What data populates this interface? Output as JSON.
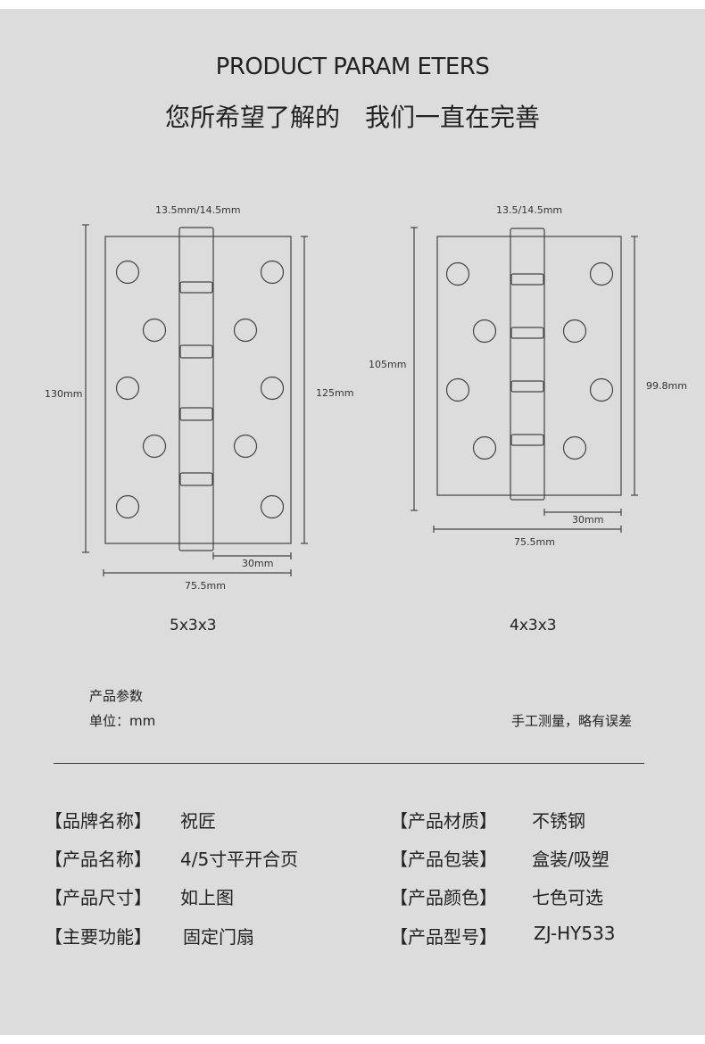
{
  "header": {
    "title_en": "PRODUCT PARAM ETERS",
    "title_cn": "您所希望了解的　我们一直在完善"
  },
  "hinge_left": {
    "model": "5x3x3",
    "dim_knuckle": "13.5mm/14.5mm",
    "dim_total_height": "130mm",
    "dim_leaf_height": "125mm",
    "dim_width": "75.5mm",
    "dim_half": "30mm"
  },
  "hinge_right": {
    "model": "4x3x3",
    "dim_knuckle": "13.5/14.5mm",
    "dim_total_height": "105mm",
    "dim_leaf_height": "99.8mm",
    "dim_width": "75.5mm",
    "dim_half": "30mm"
  },
  "notes": {
    "params_title": "产品参数",
    "unit": "单位：mm",
    "disclaimer": "手工测量，略有误差"
  },
  "specs": [
    {
      "label": "【品牌名称】",
      "value": "祝匠"
    },
    {
      "label": "【产品材质】",
      "value": "不锈钢"
    },
    {
      "label": "【产品名称】",
      "value": "4/5寸平开合页"
    },
    {
      "label": "【产品包装】",
      "value": "盒装/吸塑"
    },
    {
      "label": "【产品尺寸】",
      "value": "如上图"
    },
    {
      "label": "【产品颜色】",
      "value": "七色可选"
    },
    {
      "label": "【主要功能】",
      "value": "固定门扇"
    },
    {
      "label": "【产品型号】",
      "value": "ZJ-HY533"
    }
  ],
  "colors": {
    "background": "#dcdcdc",
    "line": "#444444",
    "text": "#222222"
  }
}
